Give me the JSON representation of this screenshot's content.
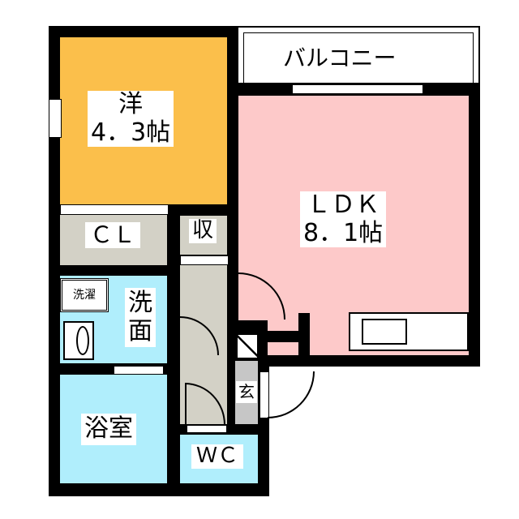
{
  "balcony": {
    "label": "バルコニー"
  },
  "rooms": {
    "western": {
      "name": "洋",
      "size": "4．3帖"
    },
    "ldk": {
      "name": "ＬＤＫ",
      "size": "8．1帖"
    },
    "closet": {
      "label": "ＣＬ"
    },
    "storage": {
      "label": "収"
    },
    "washroom": {
      "label": "洗\n面"
    },
    "laundry": {
      "label": "洗濯"
    },
    "bath": {
      "label": "浴室"
    },
    "wc": {
      "label": "ＷＣ"
    },
    "entrance": {
      "label": "玄"
    }
  },
  "colors": {
    "western": "#fbbf4b",
    "ldk": "#fdc9c9",
    "wet": "#b0eefc",
    "storage": "#d3d1c6",
    "entrance": "#c6c6c6",
    "wall": "#000000"
  }
}
